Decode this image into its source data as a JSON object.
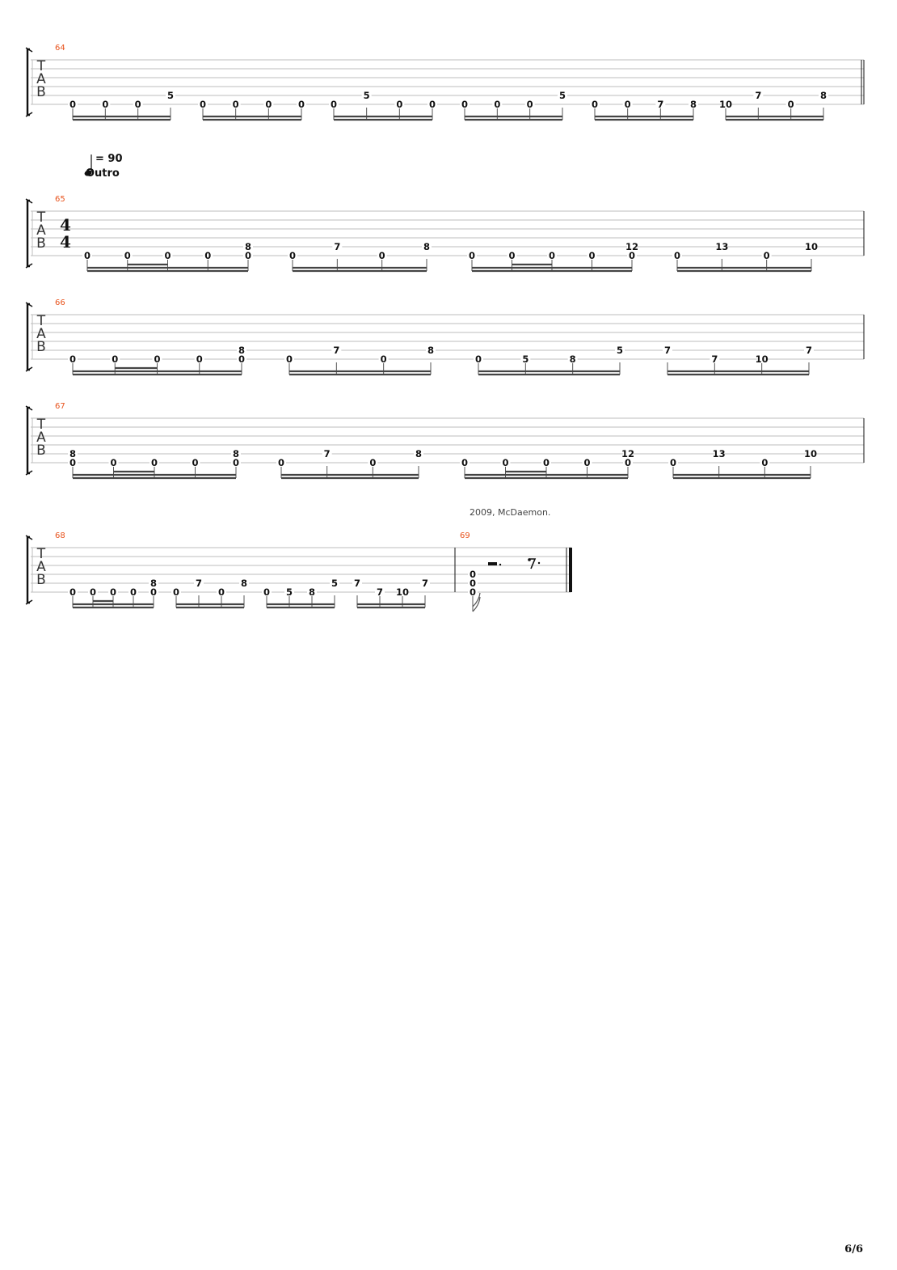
{
  "page": {
    "number": "6/6",
    "copyright": "2009, McDaemon."
  },
  "tempo": {
    "symbol": "quarter-note-icon",
    "value": "= 90"
  },
  "section_label": "Outro",
  "clef": [
    "T",
    "A",
    "B"
  ],
  "time_signature": {
    "top": "4",
    "bottom": "4"
  },
  "colors": {
    "measure_number": "#e8541e",
    "staff_line": "#bdbdbd",
    "ink": "#111111"
  },
  "systems": [
    {
      "measures": [
        {
          "number": "64",
          "groups": [
            [
              {
                "s": "0",
                "f": "0"
              },
              {
                "s": "0",
                "f": "0"
              },
              {
                "s": "0",
                "f": "0"
              },
              {
                "s": "1",
                "f": "5"
              }
            ],
            [
              {
                "s": "0",
                "f": "0"
              },
              {
                "s": "0",
                "f": "0"
              },
              {
                "s": "0",
                "f": "0"
              },
              {
                "s": "0",
                "f": "0"
              }
            ],
            [
              {
                "s": "0",
                "f": "0"
              },
              {
                "s": "1",
                "f": "5"
              },
              {
                "s": "0",
                "f": "0"
              },
              {
                "s": "0",
                "f": "0"
              }
            ],
            [
              {
                "s": "0",
                "f": "0"
              },
              {
                "s": "0",
                "f": "0"
              },
              {
                "s": "0",
                "f": "0"
              },
              {
                "s": "1",
                "f": "5"
              }
            ],
            [
              {
                "s": "0",
                "f": "0"
              },
              {
                "s": "0",
                "f": "0"
              },
              {
                "s": "0",
                "f": "7"
              },
              {
                "s": "0",
                "f": "8"
              }
            ],
            [
              {
                "s": "0",
                "f": "10"
              },
              {
                "s": "1",
                "f": "7"
              },
              {
                "s": "0",
                "f": "0"
              },
              {
                "s": "1",
                "f": "8"
              }
            ]
          ]
        }
      ]
    },
    {
      "measures": [
        {
          "number": "65",
          "groups": [
            [
              {
                "s": "0",
                "f": "0"
              },
              {
                "s": "0",
                "f": "0"
              },
              {
                "s": "0",
                "f": "0"
              },
              {
                "s": "0",
                "f": "0"
              },
              {
                "s": "0",
                "f": "0",
                "f2": "8"
              }
            ],
            [
              {
                "s": "0",
                "f": "0"
              },
              {
                "s": "1",
                "f": "7"
              },
              {
                "s": "0",
                "f": "0"
              },
              {
                "s": "1",
                "f": "8"
              }
            ],
            [
              {
                "s": "0",
                "f": "0"
              },
              {
                "s": "0",
                "f": "0"
              },
              {
                "s": "0",
                "f": "0"
              },
              {
                "s": "0",
                "f": "0"
              },
              {
                "s": "0",
                "f": "0",
                "f2": "12"
              }
            ],
            [
              {
                "s": "0",
                "f": "0"
              },
              {
                "s": "1",
                "f": "13"
              },
              {
                "s": "0",
                "f": "0"
              },
              {
                "s": "1",
                "f": "10"
              }
            ]
          ]
        }
      ]
    },
    {
      "measures": [
        {
          "number": "66",
          "groups": [
            [
              {
                "s": "0",
                "f": "0"
              },
              {
                "s": "0",
                "f": "0"
              },
              {
                "s": "0",
                "f": "0"
              },
              {
                "s": "0",
                "f": "0"
              },
              {
                "s": "0",
                "f": "0",
                "f2": "8"
              }
            ],
            [
              {
                "s": "0",
                "f": "0"
              },
              {
                "s": "1",
                "f": "7"
              },
              {
                "s": "0",
                "f": "0"
              },
              {
                "s": "1",
                "f": "8"
              }
            ],
            [
              {
                "s": "0",
                "f": "0"
              },
              {
                "s": "0",
                "f": "5"
              },
              {
                "s": "0",
                "f": "8"
              },
              {
                "s": "1",
                "f": "5"
              }
            ],
            [
              {
                "s": "1",
                "f": "7"
              },
              {
                "s": "0",
                "f": "7"
              },
              {
                "s": "0",
                "f": "10"
              },
              {
                "s": "1",
                "f": "7"
              }
            ]
          ]
        }
      ]
    },
    {
      "measures": [
        {
          "number": "67",
          "groups": [
            [
              {
                "s": "0",
                "f": "0",
                "f2": "8"
              },
              {
                "s": "0",
                "f": "0"
              },
              {
                "s": "0",
                "f": "0"
              },
              {
                "s": "0",
                "f": "0"
              },
              {
                "s": "0",
                "f": "0",
                "f2": "8"
              }
            ],
            [
              {
                "s": "0",
                "f": "0"
              },
              {
                "s": "1",
                "f": "7"
              },
              {
                "s": "0",
                "f": "0"
              },
              {
                "s": "1",
                "f": "8"
              }
            ],
            [
              {
                "s": "0",
                "f": "0"
              },
              {
                "s": "0",
                "f": "0"
              },
              {
                "s": "0",
                "f": "0"
              },
              {
                "s": "0",
                "f": "0"
              },
              {
                "s": "0",
                "f": "0",
                "f2": "12"
              }
            ],
            [
              {
                "s": "0",
                "f": "0"
              },
              {
                "s": "1",
                "f": "13"
              },
              {
                "s": "0",
                "f": "0"
              },
              {
                "s": "1",
                "f": "10"
              }
            ]
          ]
        }
      ]
    },
    {
      "measures": [
        {
          "number": "68",
          "groups": [
            [
              {
                "s": "0",
                "f": "0"
              },
              {
                "s": "0",
                "f": "0"
              },
              {
                "s": "0",
                "f": "0"
              },
              {
                "s": "0",
                "f": "0"
              },
              {
                "s": "0",
                "f": "0",
                "f2": "8"
              }
            ],
            [
              {
                "s": "0",
                "f": "0"
              },
              {
                "s": "1",
                "f": "7"
              },
              {
                "s": "0",
                "f": "0"
              },
              {
                "s": "1",
                "f": "8"
              }
            ],
            [
              {
                "s": "0",
                "f": "0"
              },
              {
                "s": "0",
                "f": "5"
              },
              {
                "s": "0",
                "f": "8"
              },
              {
                "s": "1",
                "f": "5"
              }
            ],
            [
              {
                "s": "1",
                "f": "7"
              },
              {
                "s": "0",
                "f": "7"
              },
              {
                "s": "0",
                "f": "10"
              },
              {
                "s": "1",
                "f": "7"
              }
            ]
          ]
        },
        {
          "number": "69",
          "chord": [
            "0",
            "0",
            "0"
          ],
          "rests": [
            "dotted-half-rest-icon",
            "dotted-eighth-rest-icon"
          ]
        }
      ]
    }
  ]
}
